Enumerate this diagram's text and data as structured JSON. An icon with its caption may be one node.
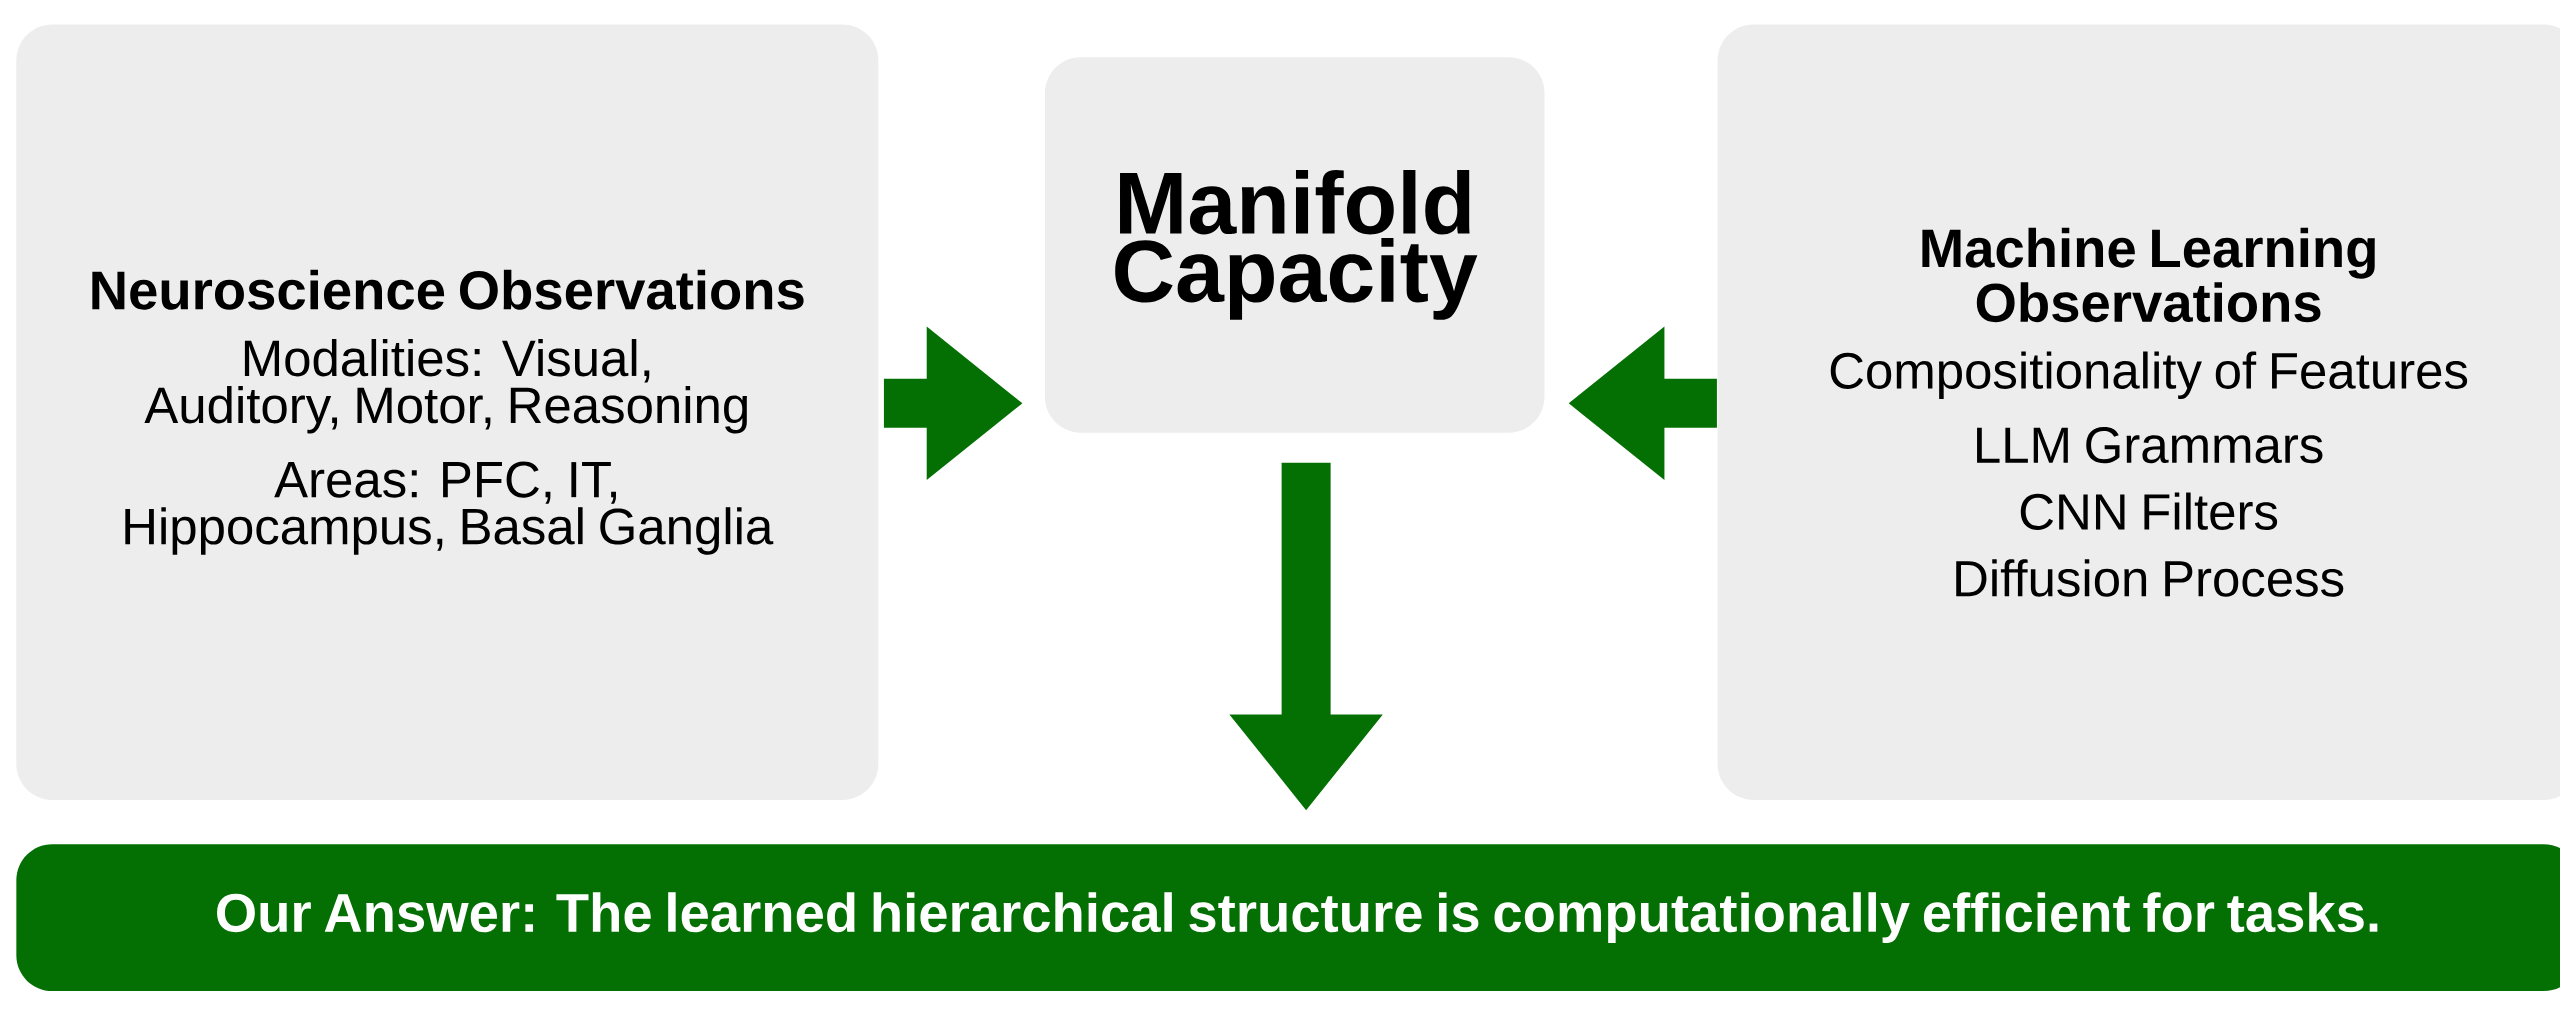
{
  "diagram": {
    "nodes": [
      {
        "text": [
          "Neuroscience Observations",
          "Modalities: Visual, Auditory, Motor, Reasoning",
          "Areas: PFC, IT, Hippocampus, Basal Ganglia"
        ]
      },
      {
        "text": [
          "Manifold Capacity"
        ]
      },
      {
        "text": [
          "Machine Learning Observations",
          "Compositionality of Features",
          "LLM Grammars",
          "CNN Filters",
          "Diffusion Process"
        ]
      },
      {
        "text": [
          "Our Answer: The learned hierarchical structure is computationally efficient for tasks."
        ]
      }
    ],
    "edges": [
      {
        "from": 0,
        "to": 1,
        "arrow": "to"
      },
      {
        "from": 2,
        "to": 1,
        "arrow": "to"
      },
      {
        "from": 1,
        "to": 3,
        "arrow": "to"
      }
    ]
  }
}
